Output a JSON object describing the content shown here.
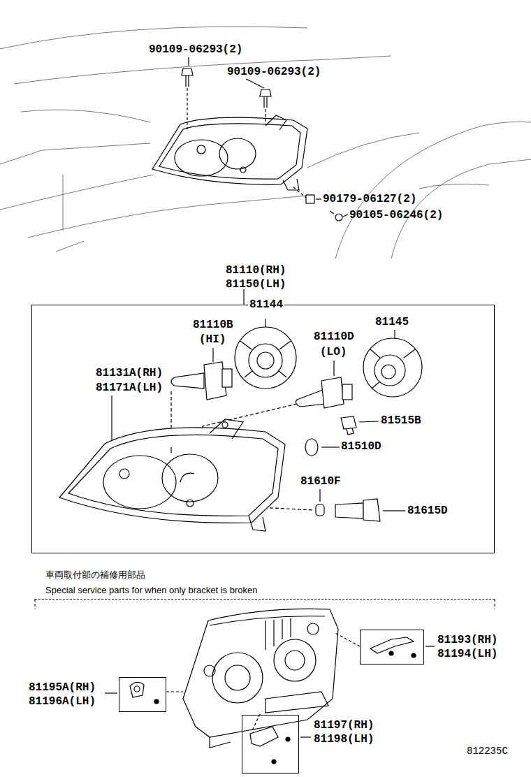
{
  "diagram": {
    "nodes": [
      {
        "text": [
          "81110(RH) 81150(LH)"
        ]
      },
      {
        "text": [
          "車両取付部の補修用部品",
          "Special service parts for when only bracket is broken"
        ]
      },
      {
        "text": [
          "81193(RH) 81194(LH)"
        ],
        "in": 1
      },
      {
        "text": [
          "81195A(RH) 81196A(LH)"
        ],
        "in": 1
      },
      {
        "text": [
          "81197(RH) 81198(LH)"
        ],
        "in": 1
      }
    ],
    "labels": [
      "90109-06293(2)",
      "90109-06293(2)",
      "90179-06127(2)",
      "90105-06246(2)",
      "81144",
      "81110B",
      "(HI)",
      "81145",
      "81110D",
      "(LO)",
      "81131A(RH)",
      "81171A(LH)",
      "81515B",
      "81510D",
      "81610F",
      "81615D",
      "812235C"
    ]
  }
}
